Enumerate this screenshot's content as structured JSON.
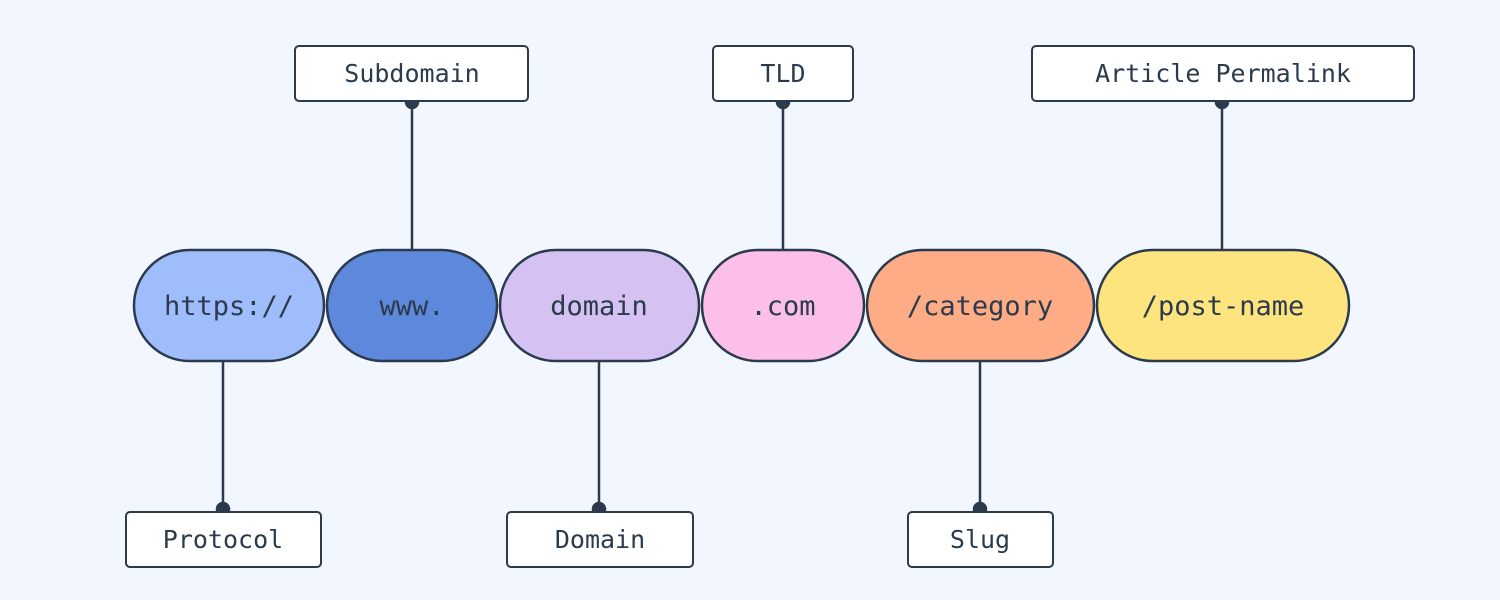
{
  "diagram": {
    "segments": [
      {
        "text": "https://",
        "color": "#a0bdfb"
      },
      {
        "text": "www.",
        "color": "#5d88dc"
      },
      {
        "text": "domain",
        "color": "#d5c2f3"
      },
      {
        "text": ".com",
        "color": "#fbbfe9"
      },
      {
        "text": "/category",
        "color": "#fdac85"
      },
      {
        "text": "/post-name",
        "color": "#fde47e"
      }
    ],
    "labels": {
      "subdomain": "Subdomain",
      "tld": "TLD",
      "article_permalink": "Article Permalink",
      "protocol": "Protocol",
      "domain": "Domain",
      "slug": "Slug"
    },
    "colors": {
      "background": "#f2f6fe",
      "stroke": "#2b3a4c",
      "label_fill": "#ffffff"
    }
  }
}
